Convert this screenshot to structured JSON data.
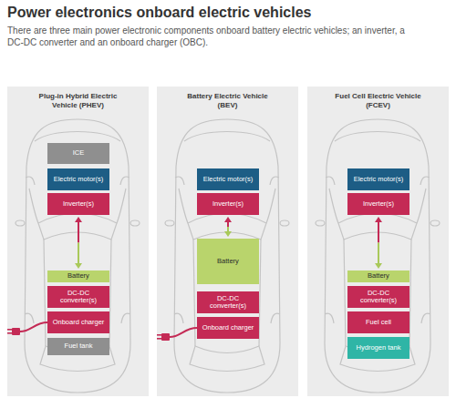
{
  "diagram": {
    "title": "Power electronics onboard electric vehicles",
    "nodes": [
      {
        "text": [
          "Plug-in Hybrid Electric Vehicle (PHEV)"
        ]
      },
      {
        "text": [
          "ICE"
        ],
        "in": 0
      },
      {
        "text": [
          "Electric motor(s)"
        ],
        "in": 0
      },
      {
        "text": [
          "Inverter(s)"
        ],
        "in": 0
      },
      {
        "text": [
          "Battery"
        ],
        "in": 0
      },
      {
        "text": [
          "DC-DC converter(s)"
        ],
        "in": 0
      },
      {
        "text": [
          "Onboard charger"
        ],
        "in": 0
      },
      {
        "text": [
          "Fuel tank"
        ],
        "in": 0
      },
      {
        "text": [
          "Battery Electric Vehicle (BEV)"
        ]
      },
      {
        "text": [
          "Electric motor(s)"
        ],
        "in": 8
      },
      {
        "text": [
          "Inverter(s)"
        ],
        "in": 8
      },
      {
        "text": [
          "Battery"
        ],
        "in": 8
      },
      {
        "text": [
          "DC-DC converter(s)"
        ],
        "in": 8
      },
      {
        "text": [
          "Onboard charger"
        ],
        "in": 8
      },
      {
        "text": [
          "Fuel Cell Electric Vehicle (FCEV)"
        ]
      },
      {
        "text": [
          "Electric motor(s)"
        ],
        "in": 14
      },
      {
        "text": [
          "Inverter(s)"
        ],
        "in": 14
      },
      {
        "text": [
          "Battery"
        ],
        "in": 14
      },
      {
        "text": [
          "DC-DC converter(s)"
        ],
        "in": 14
      },
      {
        "text": [
          "Fuel cell"
        ],
        "in": 14
      },
      {
        "text": [
          "Hydrogen tank"
        ],
        "in": 14
      }
    ],
    "edges": [
      {
        "from": 3,
        "to": 4,
        "arrow": "both"
      },
      {
        "from": 10,
        "to": 11,
        "arrow": "both"
      },
      {
        "from": 16,
        "to": 17,
        "arrow": "both"
      }
    ],
    "labels": [
      "There are three main power electronic components onboard battery electric vehicles; an inverter, a DC-DC converter and an onboard charger (OBC)."
    ]
  }
}
